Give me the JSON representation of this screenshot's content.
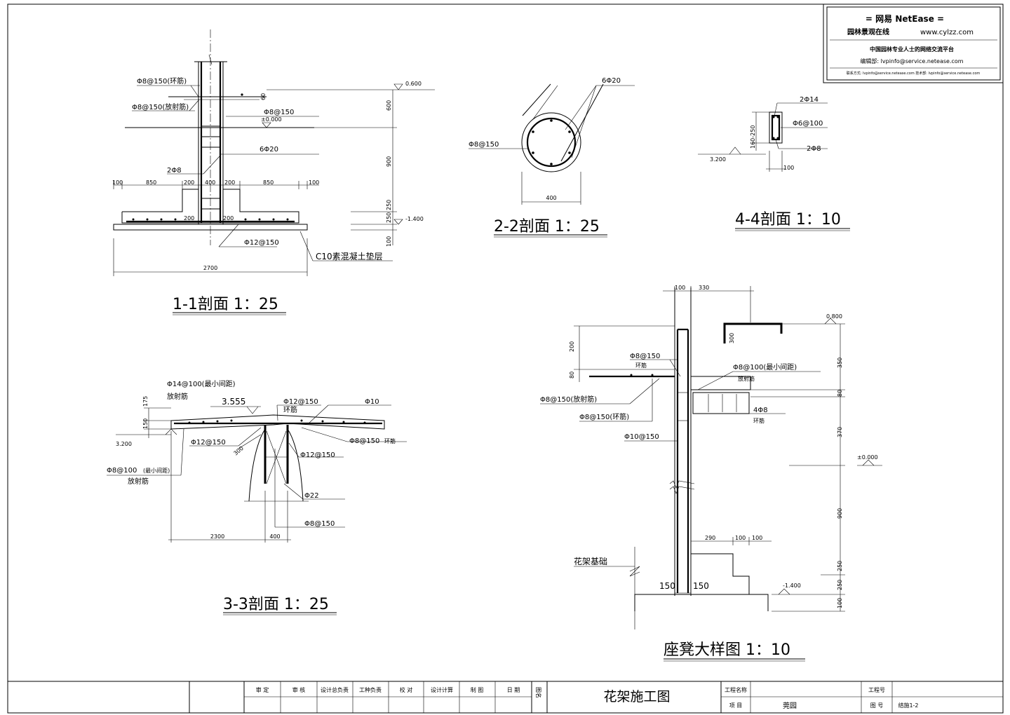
{
  "stamp": {
    "brand": "= 网易 NetEase =",
    "site_name": "园林景观在线",
    "site_url": "www.cylzz.com",
    "slogan": "中国园林专业人士的网络交流平台",
    "editor": "编辑部: lvpinfo@service.netease.com",
    "contact": "联系方式: lvpinfo@service.netease.com  技术部: lvpinfo@service.netease.com"
  },
  "sections": {
    "s11": {
      "title": "1-1剖面 1：25",
      "labels": {
        "ring": "Φ8@150(环筋)",
        "radial": "Φ8@150(放射筋)",
        "phi8_150": "Φ8@150",
        "six_phi20": "6Φ20",
        "two_phi8": "2Φ8",
        "phi12_150": "Φ12@150",
        "cushion": "C10素混凝土垫层",
        "level_top": "0.600",
        "level_zero": "±0.000",
        "level_bottom": "-1.400",
        "d60": "60"
      },
      "dims_top": [
        "100",
        "850",
        "200",
        "400",
        "200",
        "850",
        "100"
      ],
      "dims_right": [
        "600",
        "900",
        "250",
        "250",
        "100"
      ],
      "dim_inner_left": "200",
      "dim_inner_right": "200",
      "dim_total": "2700"
    },
    "s22": {
      "title": "2-2剖面 1：25",
      "labels": {
        "bars": "6Φ20",
        "stirrup": "Φ8@150",
        "dia": "400"
      }
    },
    "s44": {
      "title": "4-4剖面 1：10",
      "labels": {
        "top": "2Φ14",
        "stirrup": "Φ6@100",
        "bottom": "2Φ8",
        "level": "3.200",
        "height": "160-250",
        "width": "100"
      }
    },
    "s33": {
      "title": "3-3剖面 1：25",
      "labels": {
        "radial14": "Φ14@100(最小间距)",
        "radial14_sub": "放射筋",
        "level_top": "3.555",
        "ring12": "Φ12@150",
        "ring12_sub": "环筋",
        "phi10": "Φ10",
        "ring8": "Φ8@150",
        "ring8_sub": "环筋",
        "phi12_left": "Φ12@150",
        "phi12_right": "Φ12@150",
        "r300": "300",
        "radial8": "Φ8@100",
        "radial8_note": "(最小间距)",
        "radial8_sub": "放射筋",
        "level_left": "3.200",
        "phi22": "Φ22",
        "phi8_bottom": "Φ8@150",
        "d175": "175",
        "d150": "150"
      },
      "dims_bottom": [
        "2300",
        "400"
      ]
    },
    "bench": {
      "title": "座凳大样图 1：10",
      "labels": {
        "d100": "100",
        "d330": "330",
        "d300": "300",
        "level_top": "0.800",
        "d200": "200",
        "d80": "80",
        "ring": "Φ8@150",
        "ring_sub": "环筋",
        "radial": "Φ8@100(最小间距)",
        "radial_sub": "放射筋",
        "radial_left": "Φ8@150(放射筋)",
        "ring_left": "Φ8@150(环筋)",
        "four_phi8": "4Φ8",
        "four_phi8_sub": "环筋",
        "phi10": "Φ10@150",
        "level_zero": "±0.000",
        "foundation": "花架基础",
        "level_bottom": "-1.400",
        "d150a": "150",
        "d150b": "150",
        "d290": "290",
        "d100a": "100",
        "d100b": "100"
      },
      "dims_right": [
        "350",
        "80",
        "370",
        "900",
        "250",
        "250",
        "100"
      ]
    }
  },
  "title_block": {
    "cells": [
      "审 定",
      "审 核",
      "设计总负责",
      "工种负责",
      "校 对",
      "设计计算",
      "制 图",
      "日 期"
    ],
    "drawing_label": "图名",
    "drawing_name": "花架施工图",
    "project_name_label": "工程名称",
    "project_no_label": "工程号",
    "item_label": "项 目",
    "item_value": "莞园",
    "sheet_no_label": "图 号",
    "sheet_no_value": "结施1-2"
  }
}
